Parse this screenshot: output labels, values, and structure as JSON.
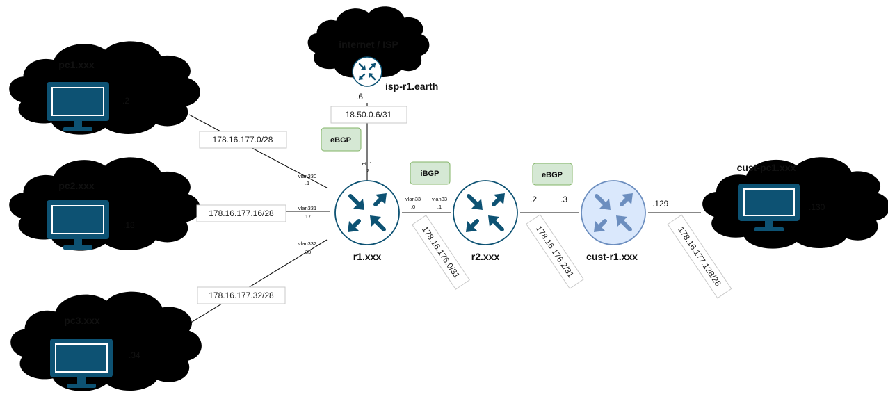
{
  "internet_cloud": {
    "title": "internet / ISP"
  },
  "isp_router": {
    "name": "isp-r1.earth",
    "ip": ".6"
  },
  "isp_subnet": "18.50.0.6/31",
  "pc1": {
    "name": "pc1.xxx",
    "ip": ".2",
    "subnet": "178.16.177.0/28"
  },
  "pc2": {
    "name": "pc2.xxx",
    "ip": ".18",
    "subnet": "178.16.177.16/28"
  },
  "pc3": {
    "name": "pc3.xxx",
    "ip": ".34",
    "subnet": "178.16.177.32/28"
  },
  "r1": {
    "name": "r1.xxx",
    "eth1": {
      "iface": "eth1",
      "ip": ".7"
    },
    "vlan330": {
      "iface": "vlan330",
      "ip": ".1"
    },
    "vlan331": {
      "iface": "vlan331",
      "ip": ".17"
    },
    "vlan332": {
      "iface": "vlan332",
      "ip": ".33"
    },
    "vlan33": {
      "iface": "vlan33",
      "ip": ".0"
    }
  },
  "r2": {
    "name": "r2.xxx",
    "vlan33": {
      "iface": "vlan33",
      "ip": ".1"
    },
    "uplink_ip": ".2"
  },
  "r1_r2_subnet": "178.16.176.0/31",
  "r2_cust_subnet": "178.16.176.2/31",
  "cust_router": {
    "name": "cust-r1.xxx",
    "ip_left": ".3",
    "ip_right": ".129"
  },
  "cust_pc": {
    "name": "cust-pc1.xxx",
    "ip": ".130"
  },
  "cust_subnet": "178.16.177.128/28",
  "badges": {
    "ebgp_isp": "eBGP",
    "ibgp": "iBGP",
    "ebgp_cust": "eBGP"
  },
  "colors": {
    "router_dark": "#0d5273",
    "router_customer_fill": "#dae8fc",
    "router_customer_icon": "#6c8ebf",
    "badge_fill": "#d5e8d4",
    "badge_stroke": "#82b366",
    "monitor": "#0d5273"
  },
  "icons": {
    "router": "router-icon",
    "pc": "monitor-icon"
  }
}
